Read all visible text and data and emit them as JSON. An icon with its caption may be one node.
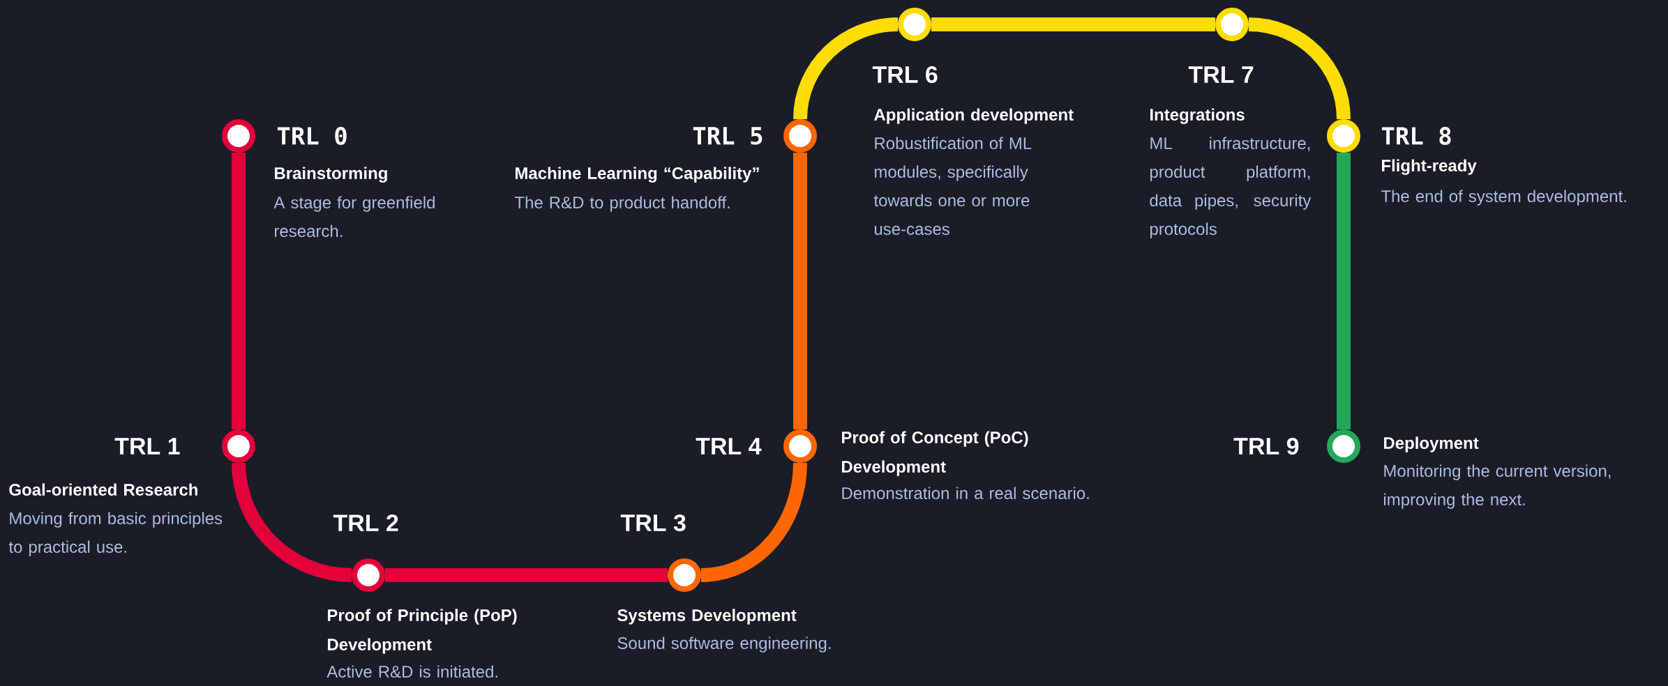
{
  "diagram": {
    "nodes": [
      {
        "text": [],
        "shape": "circle",
        "beside": [
          "TRL 0",
          "Brainstorming",
          "A stage for greenfield research."
        ]
      },
      {
        "text": [],
        "shape": "circle",
        "beside": [
          "TRL 1",
          "Goal-oriented Research",
          "Moving from basic principles to practical use."
        ]
      },
      {
        "text": [],
        "shape": "circle",
        "beside": [
          "TRL 2",
          "Proof of Principle (PoP) Development",
          "Active R&D is initiated."
        ]
      },
      {
        "text": [],
        "shape": "circle",
        "beside": [
          "TRL 3",
          "Systems Development",
          "Sound software engineering."
        ]
      },
      {
        "text": [],
        "shape": "circle",
        "beside": [
          "TRL 4",
          "Proof of Concept (PoC) Development",
          "Demonstration in a real scenario."
        ]
      },
      {
        "text": [],
        "shape": "circle",
        "beside": [
          "TRL 5",
          "Machine Learning “Capability”",
          "The R&D to product handoff."
        ]
      },
      {
        "text": [],
        "shape": "circle",
        "beside": [
          "TRL 6",
          "Application development",
          "Robustification of ML modules, specifically towards one or more use-cases"
        ]
      },
      {
        "text": [],
        "shape": "circle",
        "beside": [
          "TRL 7",
          "Integrations",
          "ML infrastructure, product platform, data pipes, security protocols"
        ]
      },
      {
        "text": [],
        "shape": "circle",
        "beside": [
          "TRL 8",
          "Flight-ready",
          "The end of system development."
        ]
      },
      {
        "text": [],
        "shape": "circle",
        "beside": [
          "TRL 9",
          "Deployment",
          "Monitoring the current version, improving the next."
        ]
      }
    ],
    "edges": [
      {
        "from": 0,
        "to": 1,
        "arrow": "none",
        "color": "#e4003a"
      },
      {
        "from": 1,
        "to": 2,
        "arrow": "none",
        "color": "#e4003a"
      },
      {
        "from": 2,
        "to": 3,
        "arrow": "none",
        "color": "#e4003a"
      },
      {
        "from": 3,
        "to": 4,
        "arrow": "none",
        "color": "#ff6600"
      },
      {
        "from": 4,
        "to": 5,
        "arrow": "none",
        "color": "#ff6600"
      },
      {
        "from": 5,
        "to": 6,
        "arrow": "none",
        "color": "#ffdd00"
      },
      {
        "from": 6,
        "to": 7,
        "arrow": "none",
        "color": "#ffdd00"
      },
      {
        "from": 7,
        "to": 8,
        "arrow": "none",
        "color": "#ffdd00"
      },
      {
        "from": 8,
        "to": 9,
        "arrow": "none",
        "color": "#22a85a"
      }
    ]
  }
}
